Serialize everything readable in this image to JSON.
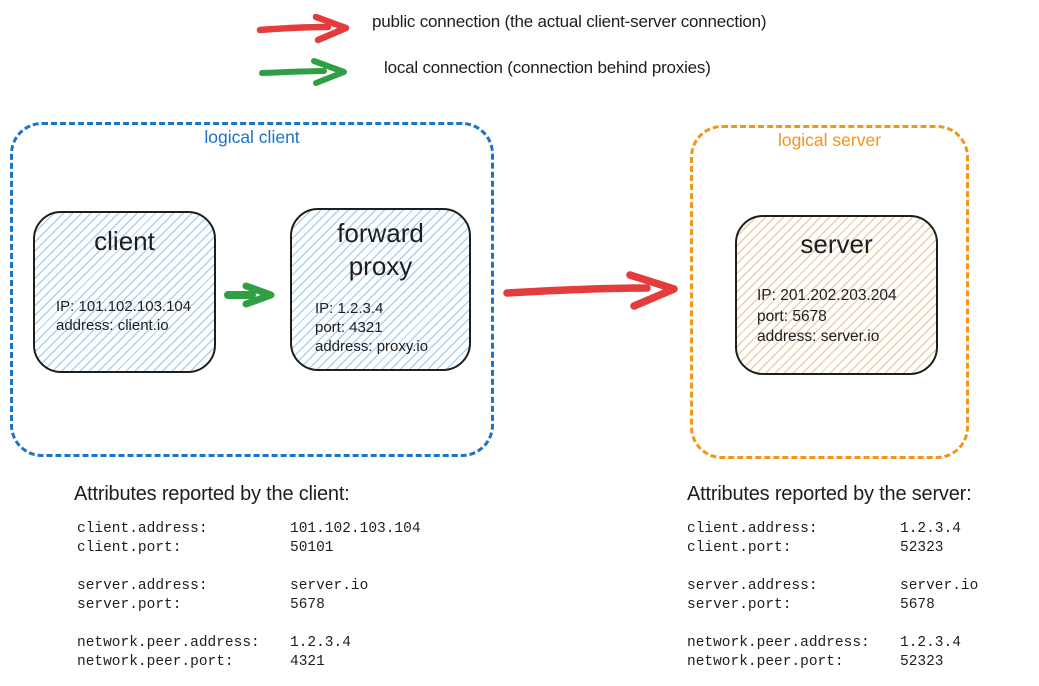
{
  "colors": {
    "ink": "#1e1e1e",
    "red": "#e23c3c",
    "green": "#2f9e44",
    "blue": "#1b74c5",
    "orange": "#f39516",
    "blue-hatch": "#aed3ee",
    "orange-hatch": "#eccfa8"
  },
  "legend": {
    "items": [
      {
        "icon": "red-arrow",
        "label": "public connection (the actual client-server connection)"
      },
      {
        "icon": "green-arrow",
        "label": "local connection (connection behind proxies)"
      }
    ]
  },
  "diagram": {
    "logical_client": {
      "label": "logical client",
      "nodes": {
        "client": {
          "title": "client",
          "lines": [
            "IP: 101.102.103.104",
            "address: client.io"
          ]
        },
        "proxy": {
          "title": "forward proxy",
          "lines": [
            "IP: 1.2.3.4",
            "port: 4321",
            "address: proxy.io"
          ]
        }
      }
    },
    "logical_server": {
      "label": "logical server",
      "nodes": {
        "server": {
          "title": "server",
          "lines": [
            "IP: 201.202.203.204",
            "port: 5678",
            "address: server.io"
          ]
        }
      }
    }
  },
  "attributes_client": {
    "title": "Attributes reported by the client:",
    "groups": [
      {
        "rows": [
          {
            "key": "client.address:",
            "value": "101.102.103.104"
          },
          {
            "key": "client.port:",
            "value": "50101"
          }
        ]
      },
      {
        "rows": [
          {
            "key": "server.address:",
            "value": "server.io"
          },
          {
            "key": "server.port:",
            "value": "5678"
          }
        ]
      },
      {
        "rows": [
          {
            "key": "network.peer.address:",
            "value": "1.2.3.4"
          },
          {
            "key": "network.peer.port:",
            "value": "4321"
          }
        ]
      }
    ]
  },
  "attributes_server": {
    "title": "Attributes reported by the server:",
    "groups": [
      {
        "rows": [
          {
            "key": "client.address:",
            "value": "1.2.3.4"
          },
          {
            "key": "client.port:",
            "value": "52323"
          }
        ]
      },
      {
        "rows": [
          {
            "key": "server.address:",
            "value": "server.io"
          },
          {
            "key": "server.port:",
            "value": "5678"
          }
        ]
      },
      {
        "rows": [
          {
            "key": "network.peer.address:",
            "value": "1.2.3.4"
          },
          {
            "key": "network.peer.port:",
            "value": "52323"
          }
        ]
      }
    ]
  }
}
